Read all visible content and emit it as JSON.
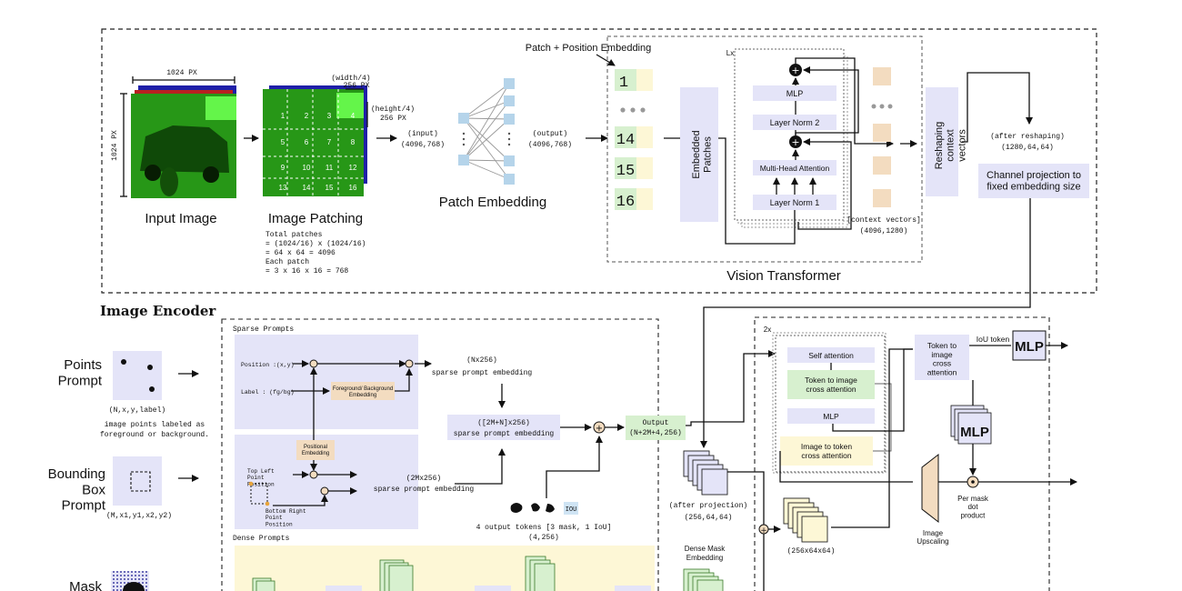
{
  "encoder": {
    "section_title": "Image Encoder",
    "input_image": {
      "label": "Input Image",
      "width_label": "1024 PX",
      "height_label": "1024 PX"
    },
    "patching": {
      "label": "Image Patching",
      "width_label_1": "(width/4)",
      "width_label_2": "256 PX",
      "height_label_1": "(height/4)",
      "height_label_2": "256 PX",
      "patch_numbers": [
        "1",
        "2",
        "3",
        "4",
        "5",
        "6",
        "7",
        "8",
        "9",
        "10",
        "11",
        "12",
        "13",
        "14",
        "15",
        "16"
      ],
      "notes": [
        "Total patches",
        "= (1024/16) x (1024/16)",
        "= 64 x 64 = 4096",
        "Each patch",
        "= 3 x 16 x 16 = 768"
      ]
    },
    "input_shape_1": "(input)",
    "input_shape_2": "(4096,768)",
    "output_shape_1": "(output)",
    "output_shape_2": "(4096,768)",
    "patch_embedding_label": "Patch Embedding",
    "pos_embed_label": "Patch  + Position Embedding",
    "tokens": [
      "1",
      "14",
      "15",
      "16"
    ],
    "embedded_patches": "Embedded Patches",
    "vit": {
      "label": "Vision Transformer",
      "repeat": "Lx",
      "mlp": "MLP",
      "layer_norm_2": "Layer Norm 2",
      "mha": "Multi-Head Attention",
      "layer_norm_1": "Layer Norm 1",
      "plus": "+"
    },
    "context_vectors_1": "[context vectors]",
    "context_vectors_2": "(4096,1280)",
    "reshaping": "Reshaping context vectors",
    "after_reshaping_1": "(after reshaping)",
    "after_reshaping_2": "(1280,64,64)",
    "channel_projection": "Channel projection to fixed embedding size"
  },
  "prompts": {
    "points_label": "Points Prompt",
    "points_shape": "(N,x,y,label)",
    "points_desc_1": "image points labeled as",
    "points_desc_2": "foreground or background.",
    "bbox_label": "Bounding Box Prompt",
    "bbox_shape": "(M,x1,y1,x2,y2)",
    "mask_label": "Mask",
    "sparse_title": "Sparse Prompts",
    "position_label": "Position :(x,y)",
    "label_label": "Label : (fg/bg)",
    "fg_bg_embedding": "Foreground/ Background Embedding",
    "positional_embedding": "Positional Embedding",
    "top_left": "Top Left Point Position",
    "bottom_right": "Bottom Right Point Position",
    "nx256_1": "(Nx256)",
    "nx256_2": "sparse prompt embedding",
    "twom_1": "(2Mx256)",
    "twom_2": "sparse prompt embedding",
    "combined_1": "([2M+N]x256)",
    "combined_2": "sparse prompt embedding",
    "iou_chip": "IOU",
    "tokens_1": "4 output tokens [3 mask, 1 IoU]",
    "tokens_2": "(4,256)",
    "output_1": "Output",
    "output_2": "(N+2M+4,256)",
    "dense_title": "Dense Prompts"
  },
  "decoder": {
    "after_projection_1": "(after projection)",
    "after_projection_2": "(256,64,64)",
    "dense_mask_1": "Dense Mask",
    "dense_mask_2": "Embedding",
    "repeat": "2x",
    "self_attention": "Self attention",
    "token_to_image": "Token to image cross attention",
    "mlp": "MLP",
    "image_to_token": "Image to token cross attention",
    "token_to_image_right": "Token to image cross attention",
    "iou_token": "IoU token",
    "mlp_big": "MLP",
    "upscaling": "Image Upscaling",
    "small_shape": "(256x64x64)",
    "per_mask": "Per mask dot product"
  }
}
